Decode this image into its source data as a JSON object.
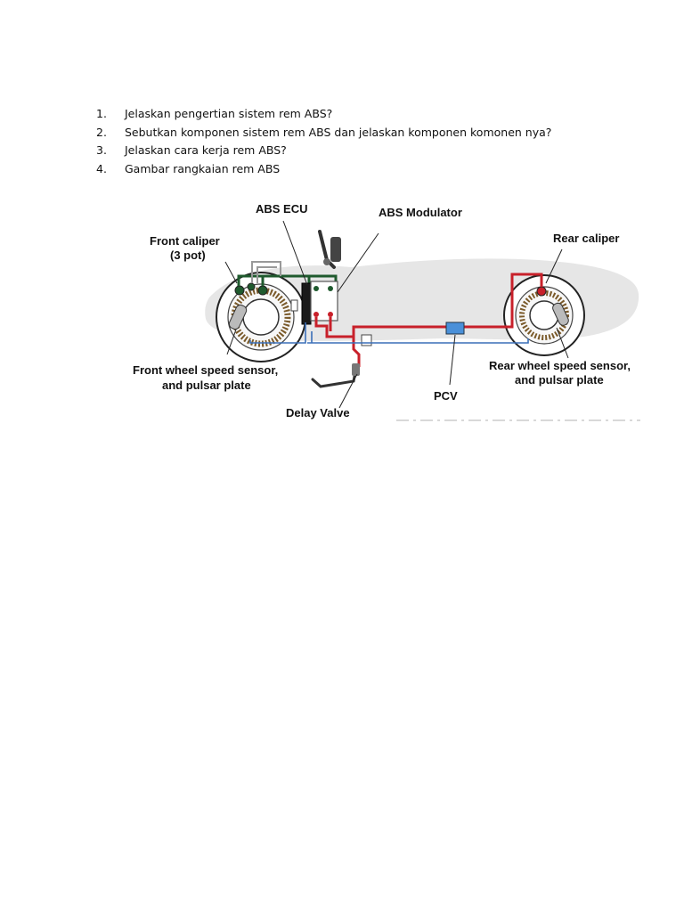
{
  "questions": [
    {
      "number": "1.",
      "text": "Jelaskan pengertian sistem rem ABS?"
    },
    {
      "number": "2.",
      "text": "Sebutkan komponen sistem rem ABS dan jelaskan komponen komonen nya?"
    },
    {
      "number": "3.",
      "text": "Jelaskan cara kerja rem ABS?"
    },
    {
      "number": "4.",
      "text": "Gambar rangkaian rem ABS"
    }
  ],
  "diagram": {
    "labels": {
      "abs_ecu": "ABS ECU",
      "abs_modulator": "ABS Modulator",
      "front_caliper_line1": "Front caliper",
      "front_caliper_line2": "(3 pot)",
      "rear_caliper": "Rear caliper",
      "front_sensor_line1": "Front wheel speed sensor,",
      "front_sensor_line2": "and pulsar plate",
      "rear_sensor_line1": "Rear wheel speed sensor,",
      "rear_sensor_line2": "and pulsar plate",
      "pcv": "PCV",
      "delay_valve": "Delay Valve"
    },
    "colors": {
      "brake_line_front": "#1f5a2e",
      "brake_line_rear": "#c8202a",
      "sensor_wire": "#3a6fb8",
      "pcv_body": "#4a90d9",
      "shadow": "#e6e6e6"
    }
  }
}
